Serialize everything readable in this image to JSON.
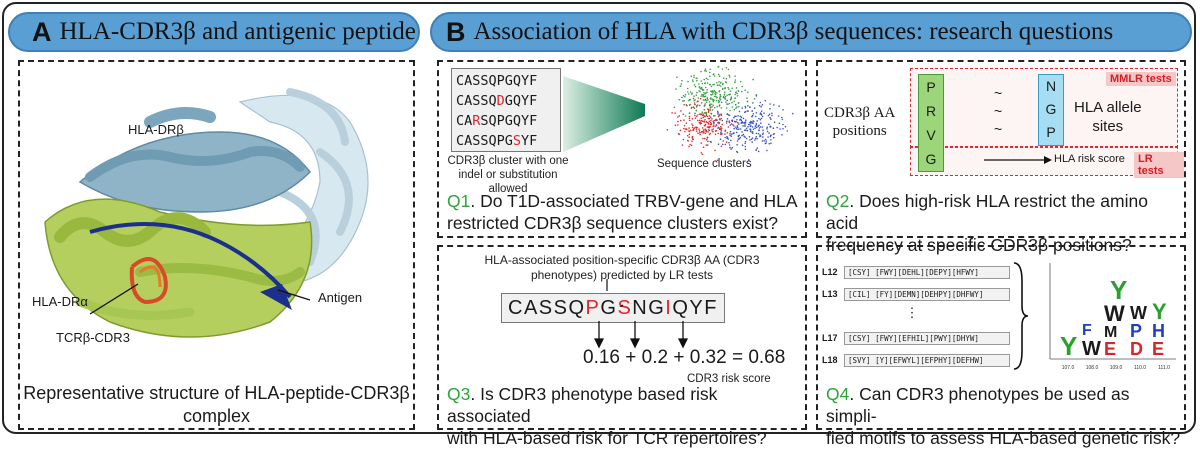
{
  "panelA": {
    "letter": "A",
    "title": "HLA-CDR3β and antigenic peptide",
    "label_drb": "HLA-DRβ",
    "label_dra": "HLA-DRα",
    "label_antigen": "Antigen",
    "label_tcr": "TCRβ-CDR3",
    "caption_line1": "Representative structure of HLA-peptide-CDR3β",
    "caption_line2": "complex"
  },
  "panelB": {
    "letter": "B",
    "title": "Association of HLA with CDR3β sequences: research questions"
  },
  "q1": {
    "sequences": [
      {
        "a": "CASSQPGQYF",
        "r": "",
        "b": ""
      },
      {
        "a": "CASSQ",
        "r": "D",
        "b": "GQYF"
      },
      {
        "a": "CA",
        "r": "R",
        "b": "SQPGQYF"
      },
      {
        "a": "CASSQPG",
        "r": "S",
        "b": "YF"
      }
    ],
    "cluster_caption_1": "CDR3β cluster with one",
    "cluster_caption_2": "indel or substitution allowed",
    "clusters_label": "Sequence clusters",
    "num": "Q1",
    "text1": ". Do T1D-associated TRBV-gene and HLA",
    "text2": "restricted CDR3β sequence clusters exist?",
    "colors": {
      "green": "#3aa04a",
      "red": "#d9302e",
      "blue": "#3b55c4"
    }
  },
  "q2": {
    "aa_label_1": "CDR3β AA",
    "aa_label_2": "positions",
    "left_letters": [
      "P",
      "R",
      "V",
      "G"
    ],
    "tildes": [
      "~",
      "~",
      "~"
    ],
    "right_letters": [
      "N",
      "G",
      "P"
    ],
    "allele_1": "HLA allele",
    "allele_2": "sites",
    "mmlr": "MMLR tests",
    "lr": "LR tests",
    "risk": "HLA risk score",
    "num": "Q2",
    "text1": ". Does high-risk HLA restrict the amino acid",
    "text2": "frequency at specific CDR3β positions?"
  },
  "q3": {
    "head1": "HLA-associated position-specific CDR3β AA (CDR3",
    "head2": "phenotypes) predicted by LR tests",
    "seq": [
      {
        "t": "CASSQ",
        "red": false
      },
      {
        "t": "P",
        "red": true
      },
      {
        "t": "G",
        "red": false
      },
      {
        "t": "S",
        "red": true
      },
      {
        "t": "NG",
        "red": false
      },
      {
        "t": "I",
        "red": true
      },
      {
        "t": "QYF",
        "red": false
      }
    ],
    "equation": "0.16 + 0.2 + 0.32 = 0.68",
    "score_label": "CDR3 risk score",
    "num": "Q3",
    "text1": ". Is CDR3 phenotype based risk associated",
    "text2": "with HLA-based risk for TCR repertoires?"
  },
  "q4": {
    "rows": [
      {
        "id": "L12",
        "motif": "[CSY] [FWY][DEHL][DEPY][HFWY]"
      },
      {
        "id": "L13",
        "motif": "[CIL] [FY][DEMN][DEHPY][DHFWY]"
      },
      {
        "id": "L17",
        "motif": "[CSY] [FWY][EFHIL][PWY][DHYW]"
      },
      {
        "id": "L18",
        "motif": "[SVY] [Y][EFWYL][EFPHY][DEFHW]"
      }
    ],
    "dots": "⋮",
    "logo_xticks": [
      "107.0",
      "108.0",
      "109.0",
      "110.0",
      "111.0"
    ],
    "num": "Q4",
    "text1": ". Can CDR3 phenotypes be used as simpli-",
    "text2": "fied motifs to assess HLA-based genetic risk?"
  }
}
